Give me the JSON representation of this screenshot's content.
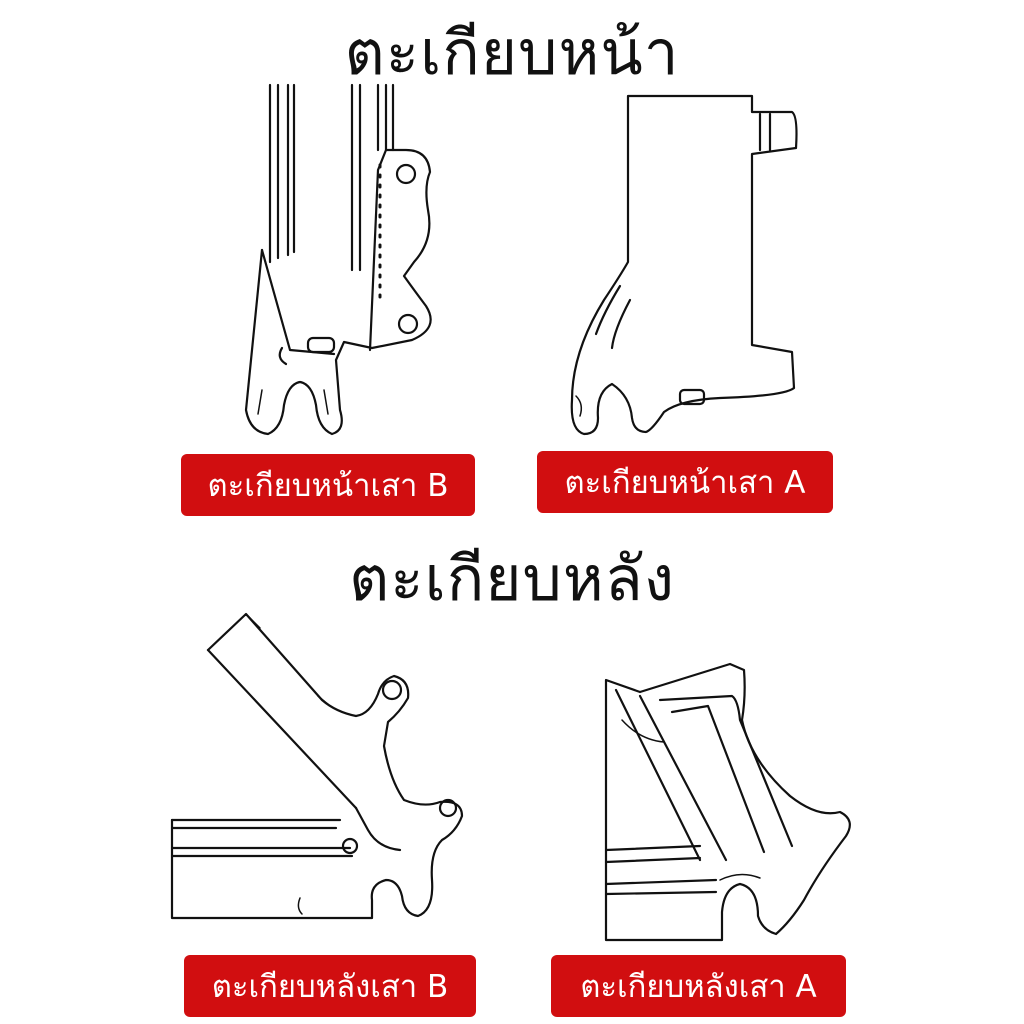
{
  "headings": {
    "front": "ตะเกียบหน้า",
    "rear": "ตะเกียบหลัง"
  },
  "labels": {
    "front_b": "ตะเกียบหน้าเสา B",
    "front_a": "ตะเกียบหน้าเสา A",
    "rear_b": "ตะเกียบหลังเสา B",
    "rear_a": "ตะเกียบหลังเสา A"
  },
  "colors": {
    "label_bg": "#d10e10",
    "label_text": "#ffffff",
    "ink": "#111111"
  }
}
